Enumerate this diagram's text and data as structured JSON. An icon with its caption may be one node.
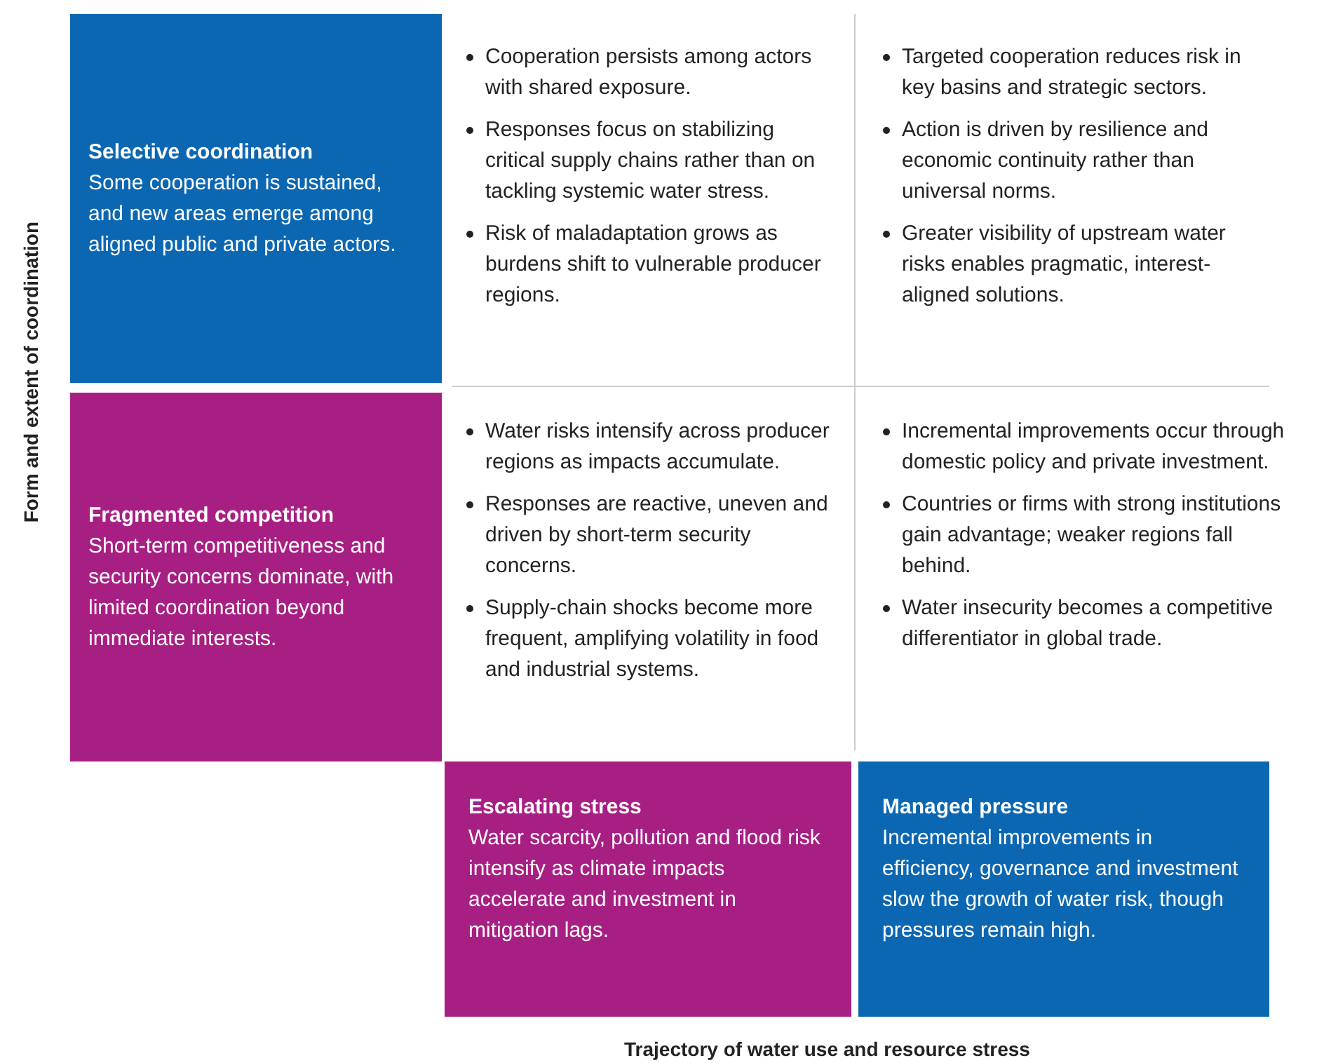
{
  "diagram": {
    "nodes": [
      {
        "text": [
          "Selective coordination",
          "Some cooperation is sustained, and new areas emerge among aligned public and private actors."
        ]
      },
      {
        "text": [
          "Fragmented competition",
          "Short-term competitiveness and security concerns dominate, with limited coordination beyond immediate interests."
        ]
      },
      {
        "text": [
          "Escalating stress",
          "Water scarcity, pollution and flood risk intensify as climate impacts accelerate and investment in mitigation lags."
        ]
      },
      {
        "text": [
          "Managed pressure",
          "Incremental improvements in efficiency, governance and investment slow the growth of water risk, though pressures remain high."
        ]
      }
    ],
    "edges": [],
    "labels": [
      "Form and extent of coordination",
      "Cooperation persists among actors with shared exposure.",
      "Responses focus on stabilizing critical supply chains rather than on tackling systemic water stress.",
      "Risk of maladaptation grows as burdens shift to vulnerable producer regions.",
      "Targeted cooperation reduces risk in key basins and strategic sectors.",
      "Action is driven by resilience and economic continuity rather than universal norms.",
      "Greater visibility of upstream water risks enables pragmatic, interest-aligned solutions.",
      "Water risks intensify across producer regions as impacts accumulate.",
      "Responses are reactive, uneven and driven by short-term security concerns.",
      "Supply-chain shocks become more frequent, amplifying volatility in food and industrial systems.",
      "Incremental improvements occur through domestic policy and private investment.",
      "Countries or firms with strong institutions gain advantage; weaker regions fall behind.",
      "Water insecurity becomes a competitive differentiator in global trade.",
      "Trajectory of water use and resource stress"
    ]
  }
}
